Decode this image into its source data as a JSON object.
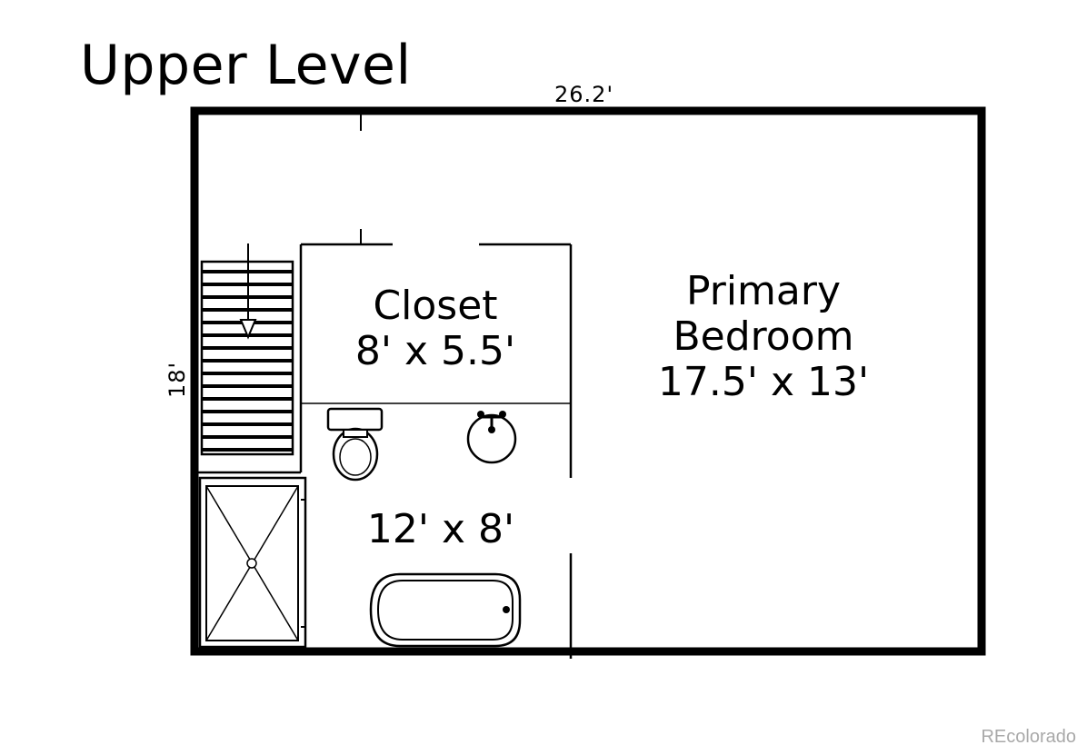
{
  "title": "Upper Level",
  "dimensions": {
    "width": "26.2'",
    "height": "18'"
  },
  "rooms": {
    "closet": {
      "name": "Closet",
      "size": "8' x 5.5'"
    },
    "primary_bedroom": {
      "name_line1": "Primary",
      "name_line2": "Bedroom",
      "size": "17.5' x 13'"
    },
    "bathroom": {
      "size": "12' x 8'"
    }
  },
  "watermark": "REcolorado",
  "icons": [
    "stair-arrow-icon",
    "toilet-icon",
    "sink-icon",
    "bathtub-icon",
    "shower-icon"
  ]
}
